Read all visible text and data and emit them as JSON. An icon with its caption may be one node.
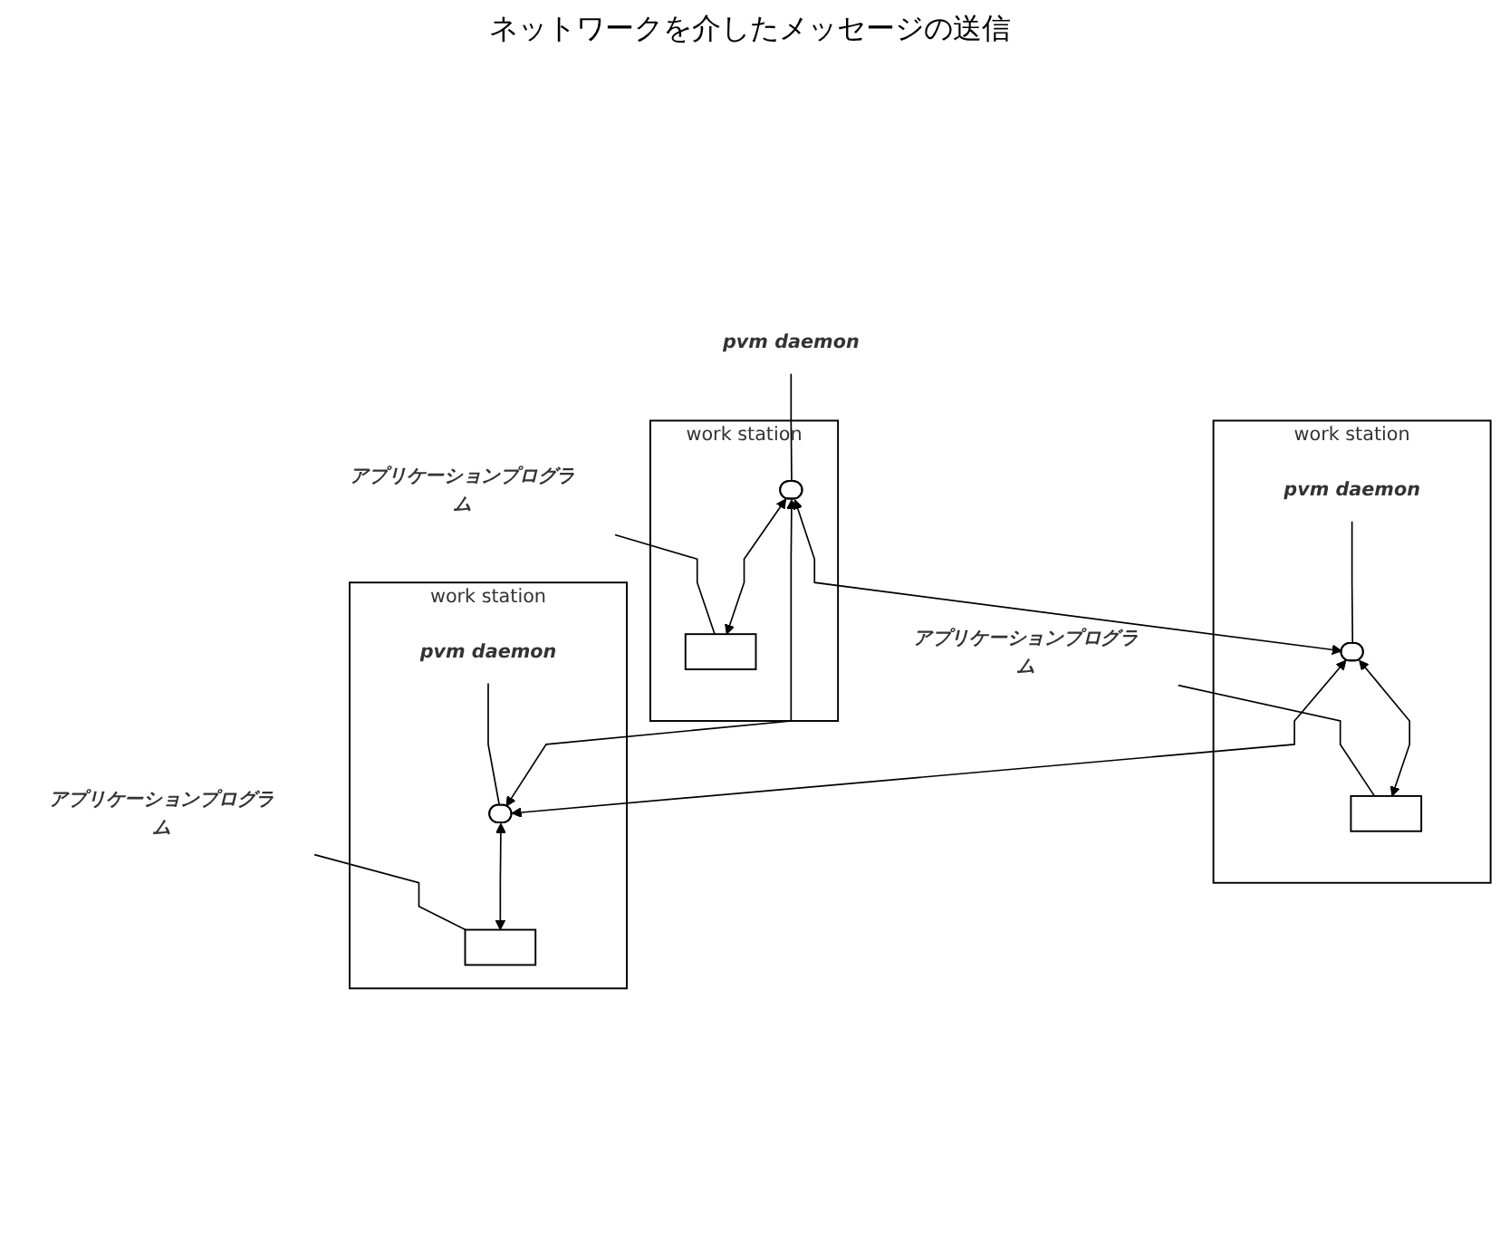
{
  "diagram": {
    "nodes": [
      {
        "text": [
          "work station"
        ]
      },
      {
        "text": [],
        "shape": "ellipse",
        "in": 0
      },
      {
        "text": [
          "pvm daemon"
        ]
      },
      {
        "text": [],
        "shape": "box",
        "in": 0
      },
      {
        "text": [
          "アプリケーションプログラム"
        ]
      },
      {
        "text": [
          "work station"
        ]
      },
      {
        "text": [],
        "shape": "ellipse",
        "in": 5
      },
      {
        "text": [
          "pvm daemon"
        ],
        "in": 5
      },
      {
        "text": [],
        "shape": "box",
        "in": 5
      },
      {
        "text": [
          "アプリケーションプログラム"
        ]
      },
      {
        "text": [
          "work station"
        ]
      },
      {
        "text": [],
        "shape": "ellipse",
        "in": 10
      },
      {
        "text": [
          "pvm daemon"
        ],
        "in": 10
      },
      {
        "text": [],
        "shape": "box",
        "in": 10
      },
      {
        "text": [
          "アプリケーションプログラム"
        ]
      }
    ],
    "edges": [
      {
        "from": 1,
        "to": 6,
        "arrow": "both"
      },
      {
        "from": 1,
        "to": 3,
        "arrow": "both"
      },
      {
        "from": 2,
        "to": 1,
        "arrow": "none"
      },
      {
        "from": 4,
        "to": 3,
        "arrow": "none"
      },
      {
        "from": 6,
        "to": 8,
        "arrow": "both"
      },
      {
        "from": 7,
        "to": 6,
        "arrow": "none"
      },
      {
        "from": 9,
        "to": 8,
        "arrow": "none"
      },
      {
        "from": 6,
        "to": 11,
        "arrow": "both"
      },
      {
        "from": 1,
        "to": 11,
        "arrow": "both"
      },
      {
        "from": 11,
        "to": 13,
        "arrow": "both"
      },
      {
        "from": 12,
        "to": 11,
        "arrow": "none"
      },
      {
        "from": 14,
        "to": 13,
        "arrow": "none"
      }
    ],
    "labels": [
      "ネットワークを介したメッセージの送信"
    ]
  }
}
